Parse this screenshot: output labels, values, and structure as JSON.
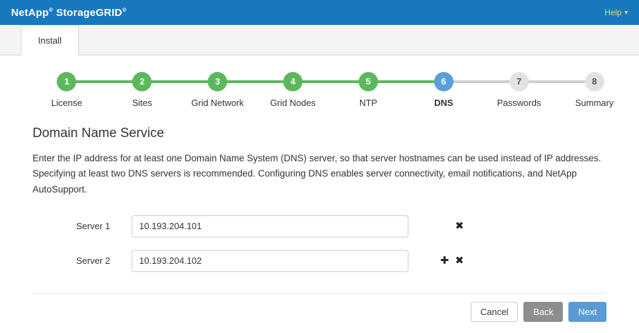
{
  "header": {
    "brand_part1": "NetApp",
    "brand_part2": "StorageGRID",
    "reg_mark": "®",
    "help_label": "Help"
  },
  "tabs": [
    {
      "label": "Install",
      "active": true
    }
  ],
  "stepper": {
    "steps": [
      {
        "number": "1",
        "label": "License",
        "state": "completed"
      },
      {
        "number": "2",
        "label": "Sites",
        "state": "completed"
      },
      {
        "number": "3",
        "label": "Grid Network",
        "state": "completed"
      },
      {
        "number": "4",
        "label": "Grid Nodes",
        "state": "completed"
      },
      {
        "number": "5",
        "label": "NTP",
        "state": "completed"
      },
      {
        "number": "6",
        "label": "DNS",
        "state": "current"
      },
      {
        "number": "7",
        "label": "Passwords",
        "state": "upcoming"
      },
      {
        "number": "8",
        "label": "Summary",
        "state": "upcoming"
      }
    ]
  },
  "content": {
    "title": "Domain Name Service",
    "description": "Enter the IP address for at least one Domain Name System (DNS) server, so that server hostnames can be used instead of IP addresses. Specifying at least two DNS servers is recommended. Configuring DNS enables server connectivity, email notifications, and NetApp AutoSupport.",
    "servers": [
      {
        "label": "Server 1",
        "value": "10.193.204.101",
        "can_add": false,
        "can_remove": true
      },
      {
        "label": "Server 2",
        "value": "10.193.204.102",
        "can_add": true,
        "can_remove": true
      }
    ]
  },
  "footer": {
    "cancel_label": "Cancel",
    "back_label": "Back",
    "next_label": "Next"
  },
  "icons": {
    "caret": "▾",
    "add": "✚",
    "remove": "✖"
  },
  "colors": {
    "header_bg": "#1878BE",
    "help_link": "#F5D76E",
    "step_completed": "#5CB85C",
    "step_current": "#5B9FD8",
    "step_upcoming": "#E2E2E2",
    "next_button": "#5B9BD5",
    "back_button": "#8E8E8E"
  }
}
